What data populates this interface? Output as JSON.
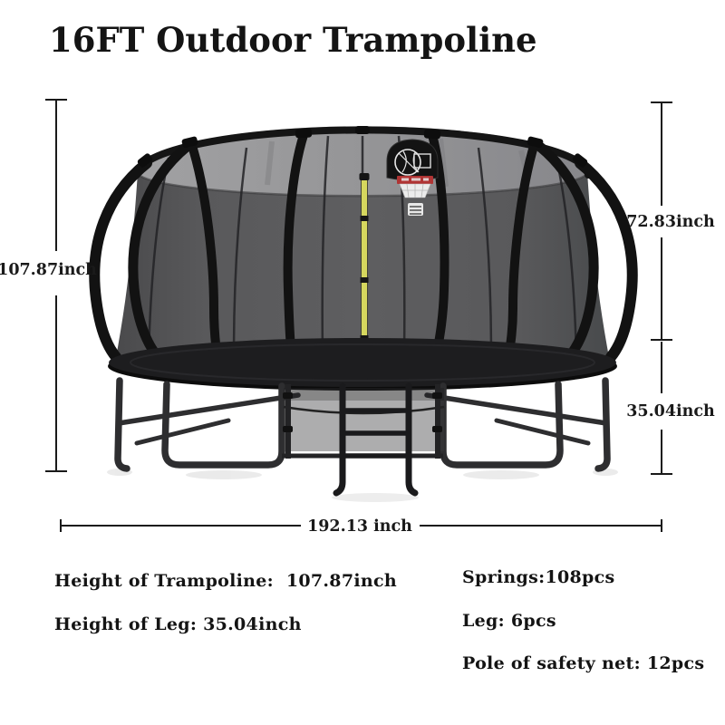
{
  "title": "16FT Outdoor Trampoline",
  "dimension_labels": {
    "total_height": "107.87inch",
    "net_height": "72.83inch",
    "leg_height": "35.04inch",
    "frame_width": "192.13 inch"
  },
  "specs": {
    "left": [
      "Height of Trampoline:  107.87inch",
      "Height of Leg: 35.04inch"
    ],
    "right": [
      "Springs:108pcs",
      "Leg: 6pcs",
      "Pole of safety net: 12pcs"
    ]
  },
  "illustration": {
    "description": "Black 16ft round trampoline with curved-pole safety net enclosure, basketball hoop on backboard, yellow center pole with red tip, lower skirt net and ladder",
    "colors": {
      "frame_black": "#141414",
      "net_gray": "#59595b",
      "net_top_gray": "#949496",
      "leg_gray": "#2e2e30",
      "pole_yellow": "#d6d75e",
      "tip_red": "#c0392b",
      "hoop_red": "#b03434"
    }
  }
}
